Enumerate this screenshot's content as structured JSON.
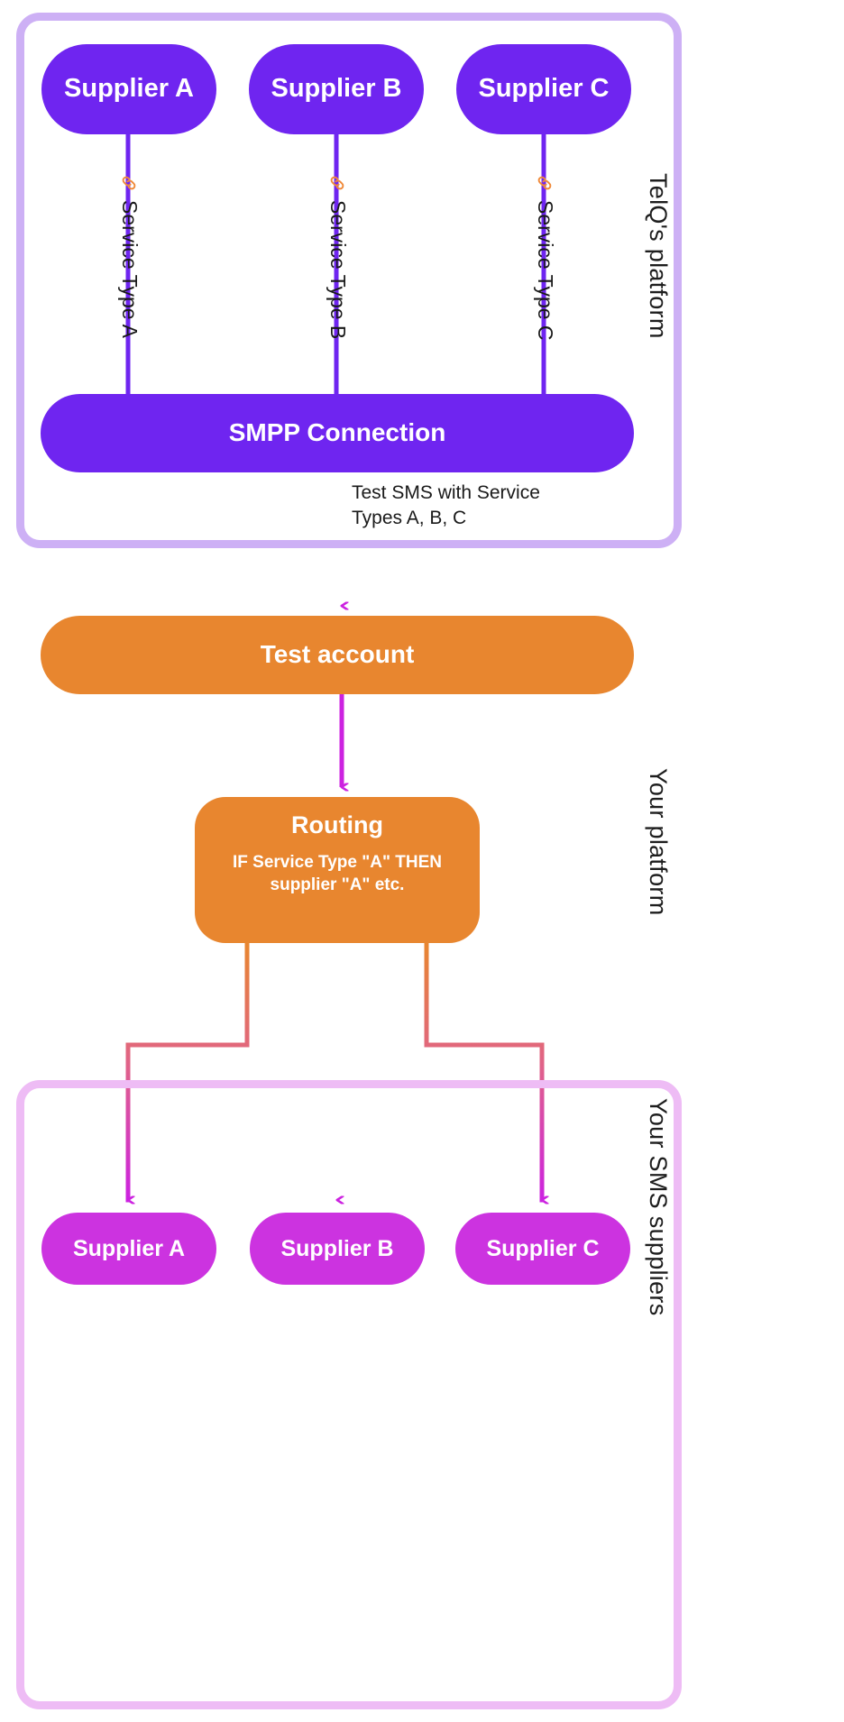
{
  "diagram": {
    "title": "TelQ SMPP service-type routing diagram",
    "colors": {
      "purple": "#6f25f0",
      "orange": "#e8862f",
      "magenta": "#cc33e0",
      "panel_purple_border": "#cdb0f5",
      "panel_pink_border": "#eebcf5",
      "arrow_magenta": "#cc22e0",
      "link_icon_orange": "#f08a3a",
      "connector_pink": "#e0628a"
    }
  },
  "telq_panel": {
    "side_label": "TelQ's platform",
    "suppliers": [
      {
        "label": "Supplier A"
      },
      {
        "label": "Supplier B"
      },
      {
        "label": "Supplier C"
      }
    ],
    "service_links": [
      {
        "icon": "link-icon",
        "label": "Service Type A"
      },
      {
        "icon": "link-icon",
        "label": "Service Type B"
      },
      {
        "icon": "link-icon",
        "label": "Service Type C"
      }
    ],
    "smpp_connection": {
      "label": "SMPP Connection"
    }
  },
  "flow": {
    "test_sms_caption": "Test SMS with Service Types A, B, C",
    "test_account": {
      "label": "Test account"
    },
    "routing": {
      "title": "Routing",
      "rule": "IF Service Type \"A\" THEN supplier \"A\" etc."
    },
    "your_platform_side_label": "Your platform"
  },
  "sms_suppliers_panel": {
    "side_label": "Your SMS suppliers",
    "suppliers": [
      {
        "label": "Supplier A"
      },
      {
        "label": "Supplier B"
      },
      {
        "label": "Supplier C"
      }
    ]
  }
}
